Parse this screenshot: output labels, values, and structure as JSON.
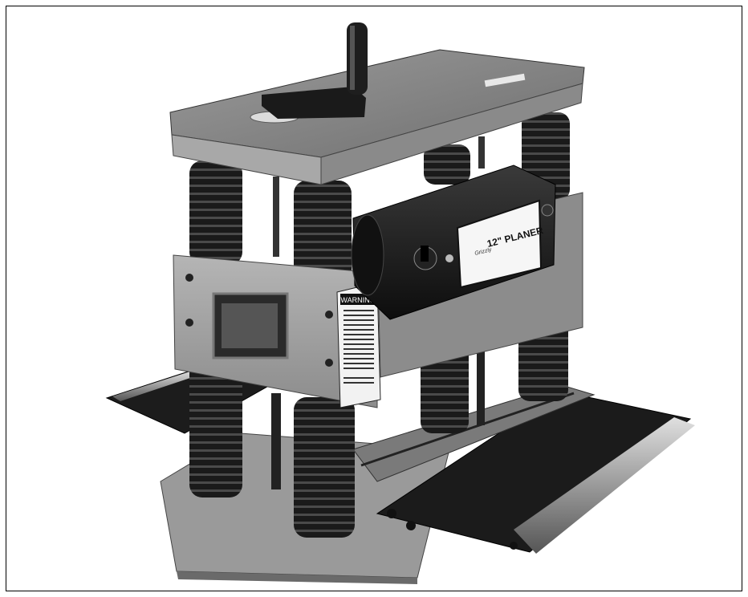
{
  "photo": {
    "subject": "12-inch portable thickness planer",
    "nameplate_brand": "Grizzly",
    "nameplate_model": "12\" PLANER",
    "warning_label_heading": "WARNING"
  },
  "colors": {
    "background": "#ffffff",
    "border": "#000000",
    "machine_gray": "#8a8a8a",
    "machine_dark": "#1a1a1a"
  }
}
